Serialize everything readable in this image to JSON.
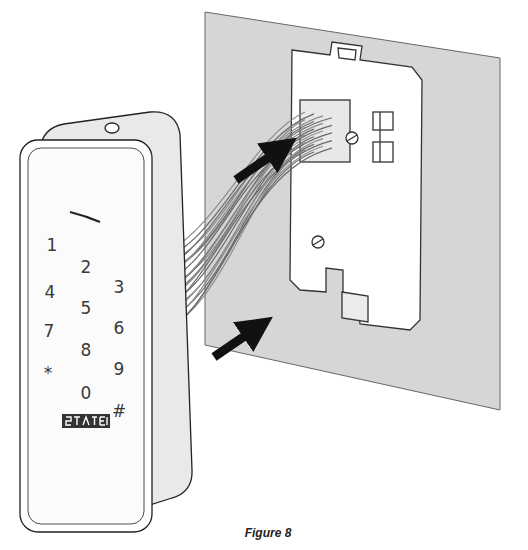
{
  "diagram": {
    "caption": "Figure 8",
    "labels": [
      "1",
      "2",
      "3",
      "4",
      "5",
      "6",
      "7",
      "8",
      "9",
      "*",
      "0",
      "#"
    ]
  }
}
